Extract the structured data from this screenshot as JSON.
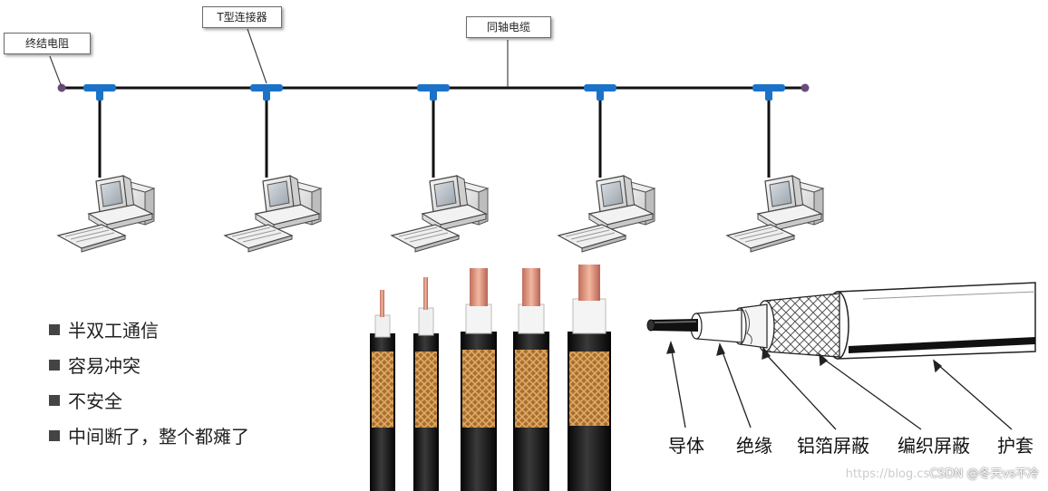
{
  "network": {
    "callouts": {
      "terminator": "终结电阻",
      "t_connector": "T型连接器",
      "coax_cable": "同轴电缆"
    },
    "computer_count": 5
  },
  "bullets": [
    "半双工通信",
    "容易冲突",
    "不安全",
    "中间断了，整个都瘫了"
  ],
  "cable_layers": [
    "导体",
    "绝缘",
    "铝箔屏蔽",
    "编织屏蔽",
    "护套"
  ],
  "watermark": {
    "faint": "https://blog.cs",
    "text": "CSDN @冬天vs不冷"
  },
  "colors": {
    "connector": "#1a73c8",
    "bus": "#111111",
    "terminator": "#6a4c7a",
    "jacket": "#1a1a1a",
    "braid": "#b07a3e",
    "copper": "#e6a48a"
  }
}
